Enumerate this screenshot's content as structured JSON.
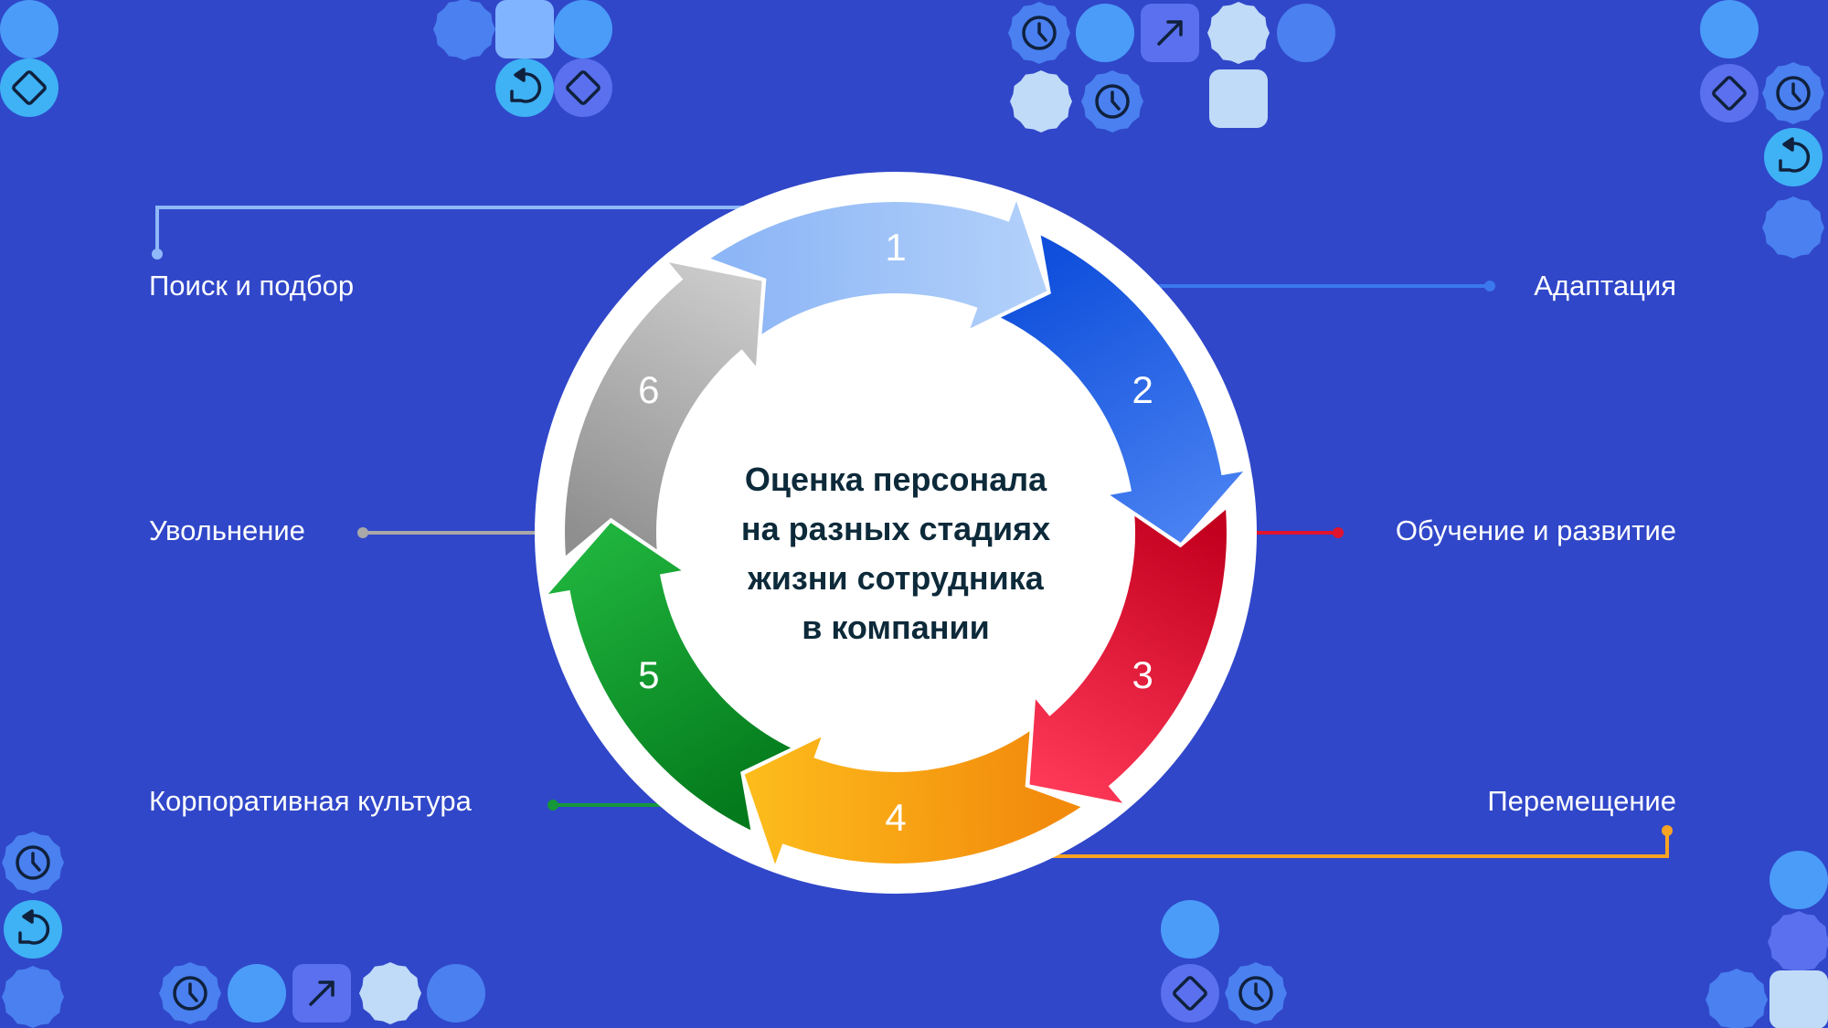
{
  "title": "Оценка персонала на разных стадиях жизни сотрудника в компании",
  "title_lines": [
    "Оценка персонала",
    "на разных стадиях",
    "жизни сотрудника",
    "в компании"
  ],
  "stages": [
    {
      "number": "1",
      "label": "Поиск и подбор",
      "color": "#9cc2f8"
    },
    {
      "number": "2",
      "label": "Адаптация",
      "color": "#2f6ae8"
    },
    {
      "number": "3",
      "label": "Обучение и развитие",
      "color": "#e0142f"
    },
    {
      "number": "4",
      "label": "Перемещение",
      "color": "#f7a323"
    },
    {
      "number": "5",
      "label": "Корпоративная культура",
      "color": "#15973a"
    },
    {
      "number": "6",
      "label": "Увольнение",
      "color": "#b5b5b5"
    }
  ],
  "colors": {
    "background": "#3047c9",
    "title": "#0d2a3a"
  }
}
